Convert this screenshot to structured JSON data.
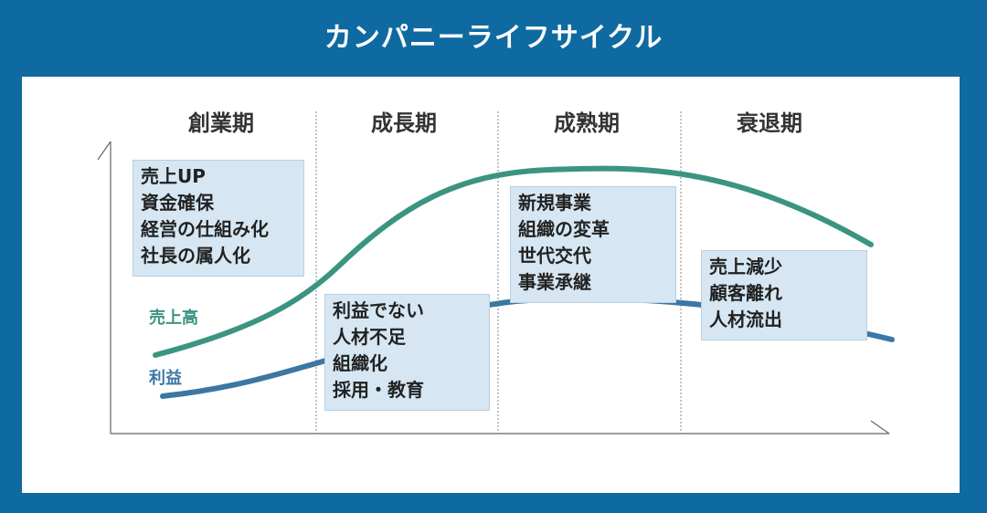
{
  "title": "カンパニーライフサイクル",
  "phases": [
    "創業期",
    "成長期",
    "成熟期",
    "衰退期"
  ],
  "notes": {
    "startup": [
      "売上UP",
      "資金確保",
      "経営の仕組み化",
      "社長の属人化"
    ],
    "growth": [
      "利益でない",
      "人材不足",
      "組織化",
      "採用・教育"
    ],
    "maturity": [
      "新規事業",
      "組織の変革",
      "世代交代",
      "事業承継"
    ],
    "decline": [
      "売上減少",
      "顧客離れ",
      "人材流出"
    ]
  },
  "series": {
    "sales": {
      "name": "売上高",
      "color": "#3b9482"
    },
    "profit": {
      "name": "利益",
      "color": "#3c77a3"
    }
  },
  "colors": {
    "background": "#0f6aa1",
    "note_fill": "#d6e7f3",
    "text": "#333333"
  }
}
